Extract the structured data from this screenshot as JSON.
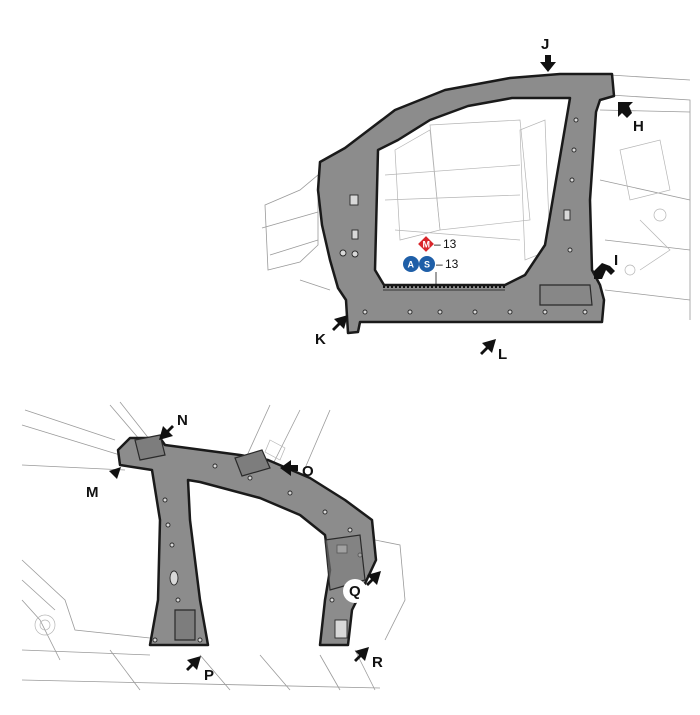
{
  "top_view": {
    "callouts": {
      "H": "H",
      "I": "I",
      "J": "J",
      "K": "K",
      "L": "L"
    },
    "spec_m": {
      "badge": "M",
      "dash": "–",
      "value": "13"
    },
    "spec_as": {
      "badge_a": "A",
      "badge_s": "S",
      "dash": "–",
      "value": "13"
    }
  },
  "bottom_view": {
    "callouts": {
      "M": "M",
      "N": "N",
      "O": "O",
      "P": "P",
      "Q": "Q",
      "R": "R"
    }
  },
  "colors": {
    "part_fill": "#8c8c8c",
    "outline": "#1a1a1a",
    "badge_red": "#d9252a",
    "badge_blue": "#1f5fa8"
  },
  "icons": {
    "callout_arrow": "arrow-icon",
    "m_badge": "diamond-badge-icon",
    "as_badge": "circle-badge-icon"
  }
}
